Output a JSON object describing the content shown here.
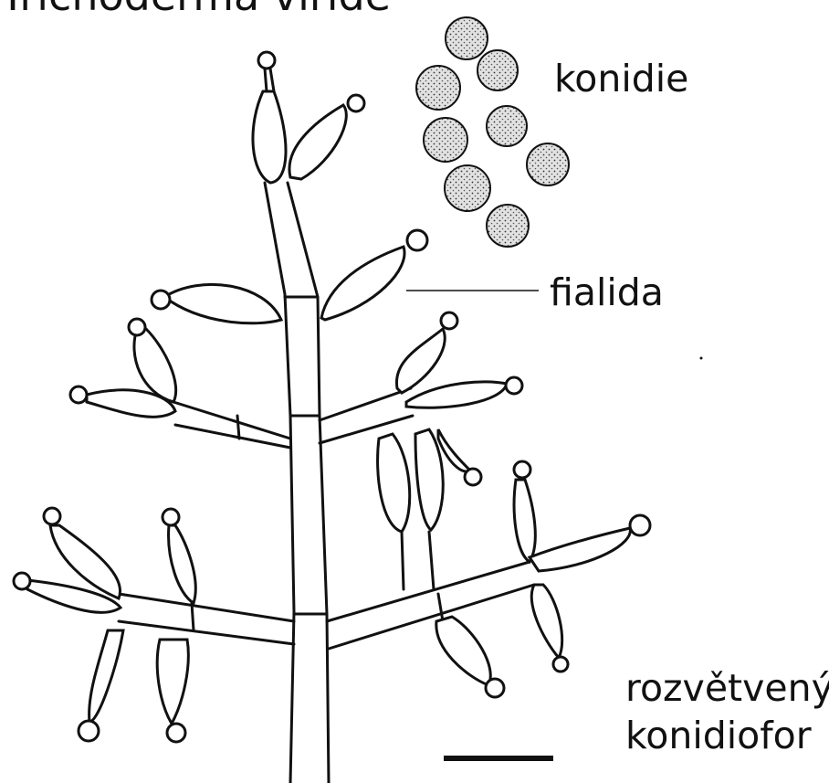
{
  "title": "Trichoderma viride",
  "labels": {
    "conidia": "konidie",
    "phialide": "fialida",
    "conidiophore_line1": "rozvětvený",
    "conidiophore_line2": "konidiofor"
  },
  "colors": {
    "ink": "#111111",
    "background": "#ffffff",
    "spore_fill": "#d4d4d4"
  }
}
